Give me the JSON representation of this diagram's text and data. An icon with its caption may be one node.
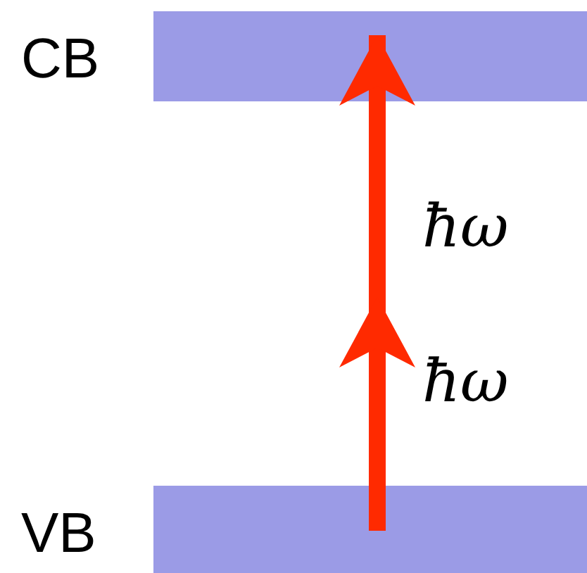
{
  "diagram": {
    "nodes": [
      {
        "text": [
          "CB"
        ]
      },
      {
        "text": [
          "VB"
        ]
      }
    ],
    "edges": [
      {
        "from": 1,
        "to": 0,
        "arrow": "to"
      }
    ],
    "labels": [
      "ħω",
      "ħω"
    ]
  }
}
